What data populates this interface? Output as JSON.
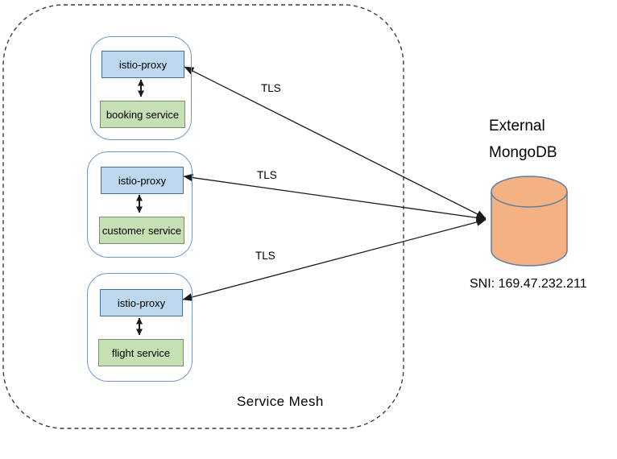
{
  "diagram": {
    "service_mesh": {
      "label": "Service Mesh"
    },
    "pods": [
      {
        "proxy_label": "istio-proxy",
        "service_label": "booking service"
      },
      {
        "proxy_label": "istio-proxy",
        "service_label": "customer service"
      },
      {
        "proxy_label": "istio-proxy",
        "service_label": "flight service"
      }
    ],
    "connections": [
      {
        "label": "TLS",
        "from": "istio-proxy (booking pod)",
        "to": "External MongoDB"
      },
      {
        "label": "TLS",
        "from": "istio-proxy (customer pod)",
        "to": "External MongoDB"
      },
      {
        "label": "TLS",
        "from": "istio-proxy (flight pod)",
        "to": "External MongoDB"
      }
    ],
    "external_db": {
      "title_line1": "External",
      "title_line2": "MongoDB",
      "sni": "SNI: 169.47.232.211"
    },
    "colors": {
      "proxy_fill": "#bdd7ee",
      "proxy_border": "#41719c",
      "service_fill": "#c5e0b3",
      "service_border": "#7d8c68",
      "pod_border": "#7296c6",
      "db_fill": "#f4b183",
      "db_border": "#5f7d9f",
      "mesh_border": "#3b3b3b",
      "arrow": "#1a1a1a"
    }
  }
}
